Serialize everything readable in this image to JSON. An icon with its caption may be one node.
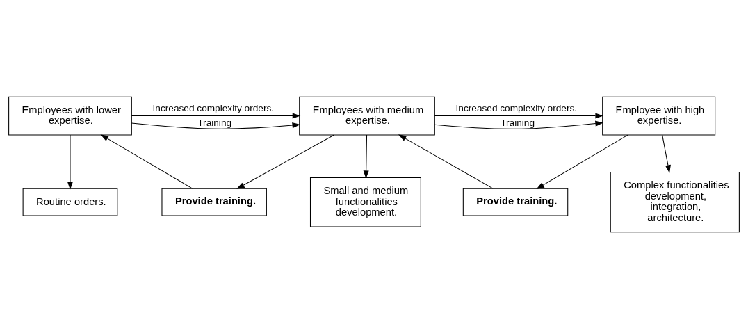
{
  "diagram": {
    "nodes": [
      {
        "text": [
          "Employees with lower expertise."
        ]
      },
      {
        "text": [
          "Employees with medium expertise."
        ]
      },
      {
        "text": [
          "Employee with high expertise."
        ]
      },
      {
        "text": [
          "**Provide training.**"
        ]
      },
      {
        "text": [
          "**Provide training.**"
        ]
      },
      {
        "text": [
          "Routine orders."
        ]
      },
      {
        "text": [
          "Small and medium functionalities development."
        ]
      },
      {
        "text": [
          "Complex functionalities development, integration, architecture."
        ]
      }
    ],
    "edges": [
      {
        "from": 0,
        "to": 1,
        "arrow": "to",
        "label": "Increased complexity orders."
      },
      {
        "from": 0,
        "to": 1,
        "arrow": "to",
        "label": "Training"
      },
      {
        "from": 1,
        "to": 2,
        "arrow": "to",
        "label": "Increased complexity orders."
      },
      {
        "from": 1,
        "to": 2,
        "arrow": "to",
        "label": "Training"
      },
      {
        "from": 1,
        "to": 3,
        "arrow": "to"
      },
      {
        "from": 3,
        "to": 0,
        "arrow": "to"
      },
      {
        "from": 2,
        "to": 4,
        "arrow": "to"
      },
      {
        "from": 4,
        "to": 1,
        "arrow": "to"
      },
      {
        "from": 0,
        "to": 5,
        "arrow": "to"
      },
      {
        "from": 1,
        "to": 6,
        "arrow": "to"
      },
      {
        "from": 2,
        "to": 7,
        "arrow": "to"
      }
    ]
  }
}
